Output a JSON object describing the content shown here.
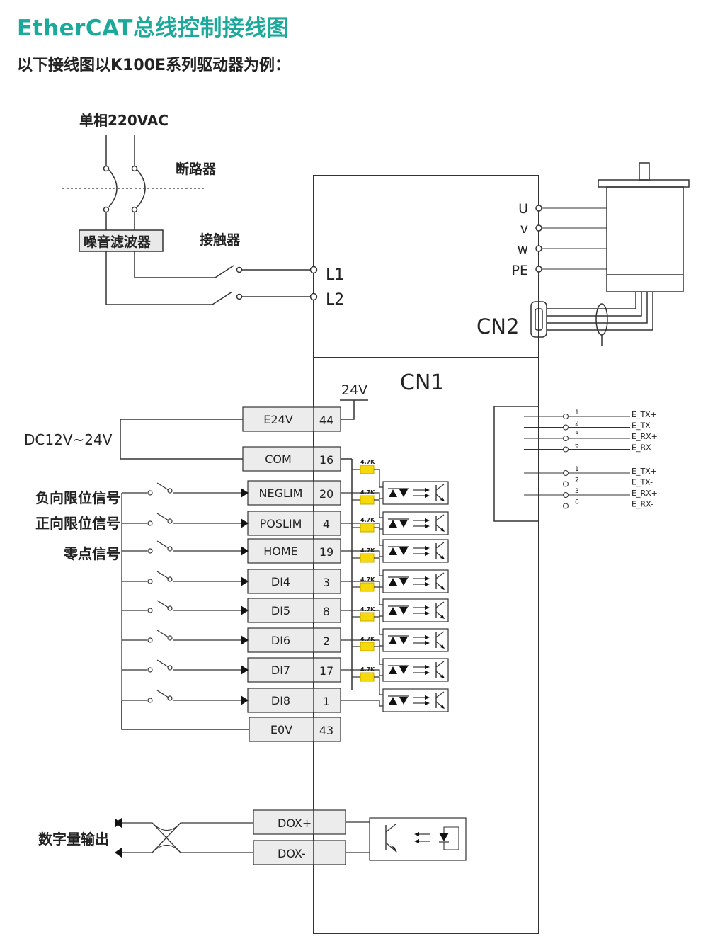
{
  "header": {
    "title": "EtherCAT总线控制接线图",
    "subtitle": "以下接线图以K100E系列驱动器为例："
  },
  "power": {
    "supply_label": "单相220VAC",
    "breaker_label": "断路器",
    "filter_label": "噪音滤波器",
    "contactor_label": "接触器",
    "l1": "L1",
    "l2": "L2"
  },
  "motor": {
    "terminals": [
      "U",
      "v",
      "w",
      "PE"
    ],
    "encoder_connector": "CN2"
  },
  "cn1": {
    "label": "CN1",
    "v24_label": "24V",
    "dc_label": "DC12V~24V",
    "resistor_label": "4.7K",
    "pins": [
      {
        "name": "E24V",
        "num": "44"
      },
      {
        "name": "COM",
        "num": "16"
      },
      {
        "name": "NEGLIM",
        "num": "20"
      },
      {
        "name": "POSLIM",
        "num": "4"
      },
      {
        "name": "HOME",
        "num": "19"
      },
      {
        "name": "DI4",
        "num": "3"
      },
      {
        "name": "DI5",
        "num": "8"
      },
      {
        "name": "DI6",
        "num": "2"
      },
      {
        "name": "DI7",
        "num": "17"
      },
      {
        "name": "DI8",
        "num": "1"
      },
      {
        "name": "E0V",
        "num": "43"
      }
    ],
    "signal_labels": [
      "负向限位信号",
      "正向限位信号",
      "零点信号"
    ]
  },
  "output": {
    "dox_plus": "DOX+",
    "dox_minus": "DOX-",
    "label": "数字量输出"
  },
  "ethercat_ports": [
    {
      "pins": [
        "1",
        "2",
        "3",
        "6"
      ],
      "signals": [
        "E_TX+",
        "E_TX-",
        "E_RX+",
        "E_RX-"
      ]
    },
    {
      "pins": [
        "1",
        "2",
        "3",
        "6"
      ],
      "signals": [
        "E_TX+",
        "E_TX-",
        "E_RX+",
        "E_RX-"
      ]
    }
  ]
}
